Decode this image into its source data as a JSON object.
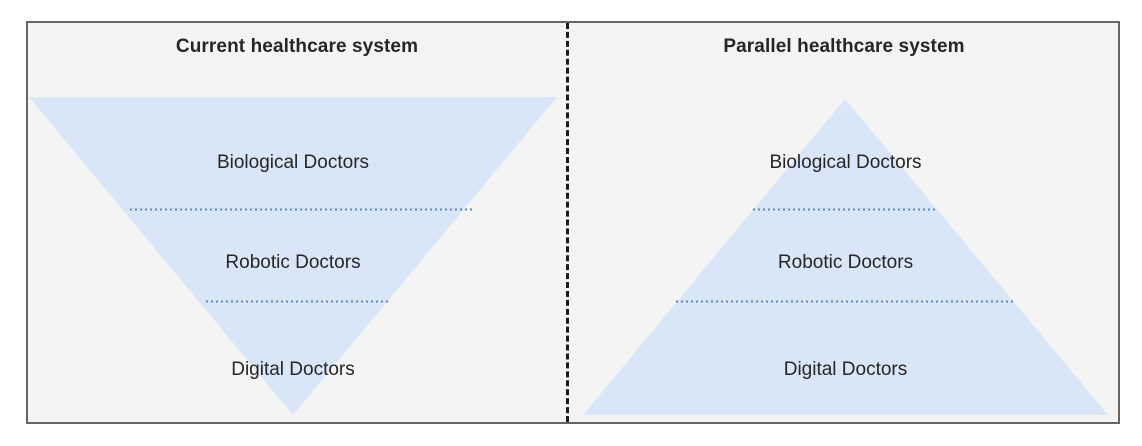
{
  "figure": {
    "panels": [
      {
        "id": "current",
        "title": "Current healthcare system",
        "shape": "inverted-triangle",
        "tiers": [
          {
            "id": "biological",
            "label": "Biological Doctors"
          },
          {
            "id": "robotic",
            "label": "Robotic Doctors"
          },
          {
            "id": "digital",
            "label": "Digital Doctors"
          }
        ]
      },
      {
        "id": "parallel",
        "title": "Parallel healthcare system",
        "shape": "upright-triangle",
        "tiers": [
          {
            "id": "biological",
            "label": "Biological Doctors"
          },
          {
            "id": "robotic",
            "label": "Robotic Doctors"
          },
          {
            "id": "digital",
            "label": "Digital Doctors"
          }
        ]
      }
    ],
    "colors": {
      "triangle_fill": "#d8e6f8",
      "panel_background": "#f4f4f4",
      "panel_border": "#666666",
      "divider": "#1c1c1c",
      "tier_separator": "#5b84c4",
      "text": "#262626"
    }
  }
}
